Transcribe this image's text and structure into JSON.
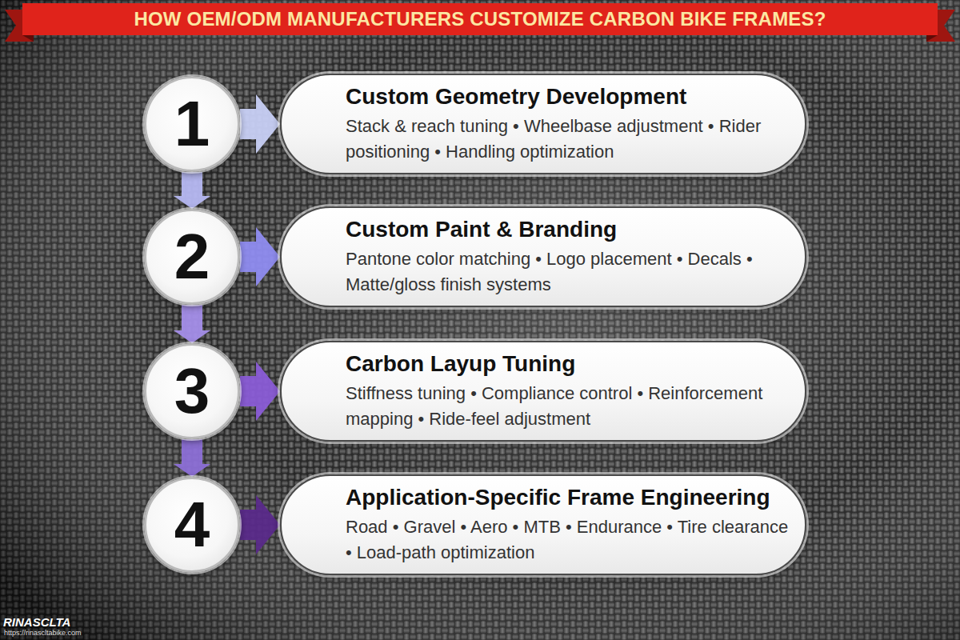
{
  "diagram": {
    "title": "HOW OEM/ODM MANUFACTURERS CUSTOMIZE CARBON BIKE FRAMES?",
    "nodes": [
      {
        "text": [
          "1"
        ]
      },
      {
        "text": [
          "Custom Geometry Development",
          "Stack & reach tuning • Wheelbase adjustment • Rider positioning • Handling optimization"
        ]
      },
      {
        "text": [
          "2"
        ]
      },
      {
        "text": [
          "Custom Paint & Branding",
          "Pantone color matching • Logo placement • Decals • Matte/gloss finish systems"
        ]
      },
      {
        "text": [
          "3"
        ]
      },
      {
        "text": [
          "Carbon Layup Tuning",
          "Stiffness tuning • Compliance control • Reinforcement mapping • Ride-feel adjustment"
        ]
      },
      {
        "text": [
          "4"
        ]
      },
      {
        "text": [
          "Application-Specific Frame Engineering",
          "Road • Gravel • Aero • MTB • Endurance • Tire clearance • Load-path optimization"
        ]
      }
    ],
    "edges": [
      {
        "from": 0,
        "to": 1,
        "arrow": "to"
      },
      {
        "from": 0,
        "to": 2,
        "arrow": "to"
      },
      {
        "from": 2,
        "to": 3,
        "arrow": "to"
      },
      {
        "from": 2,
        "to": 4,
        "arrow": "to"
      },
      {
        "from": 4,
        "to": 5,
        "arrow": "to"
      },
      {
        "from": 4,
        "to": 6,
        "arrow": "to"
      },
      {
        "from": 6,
        "to": 7,
        "arrow": "to"
      }
    ],
    "labels": [
      "RINASCLTA",
      "https://rinascltabike.com"
    ]
  }
}
